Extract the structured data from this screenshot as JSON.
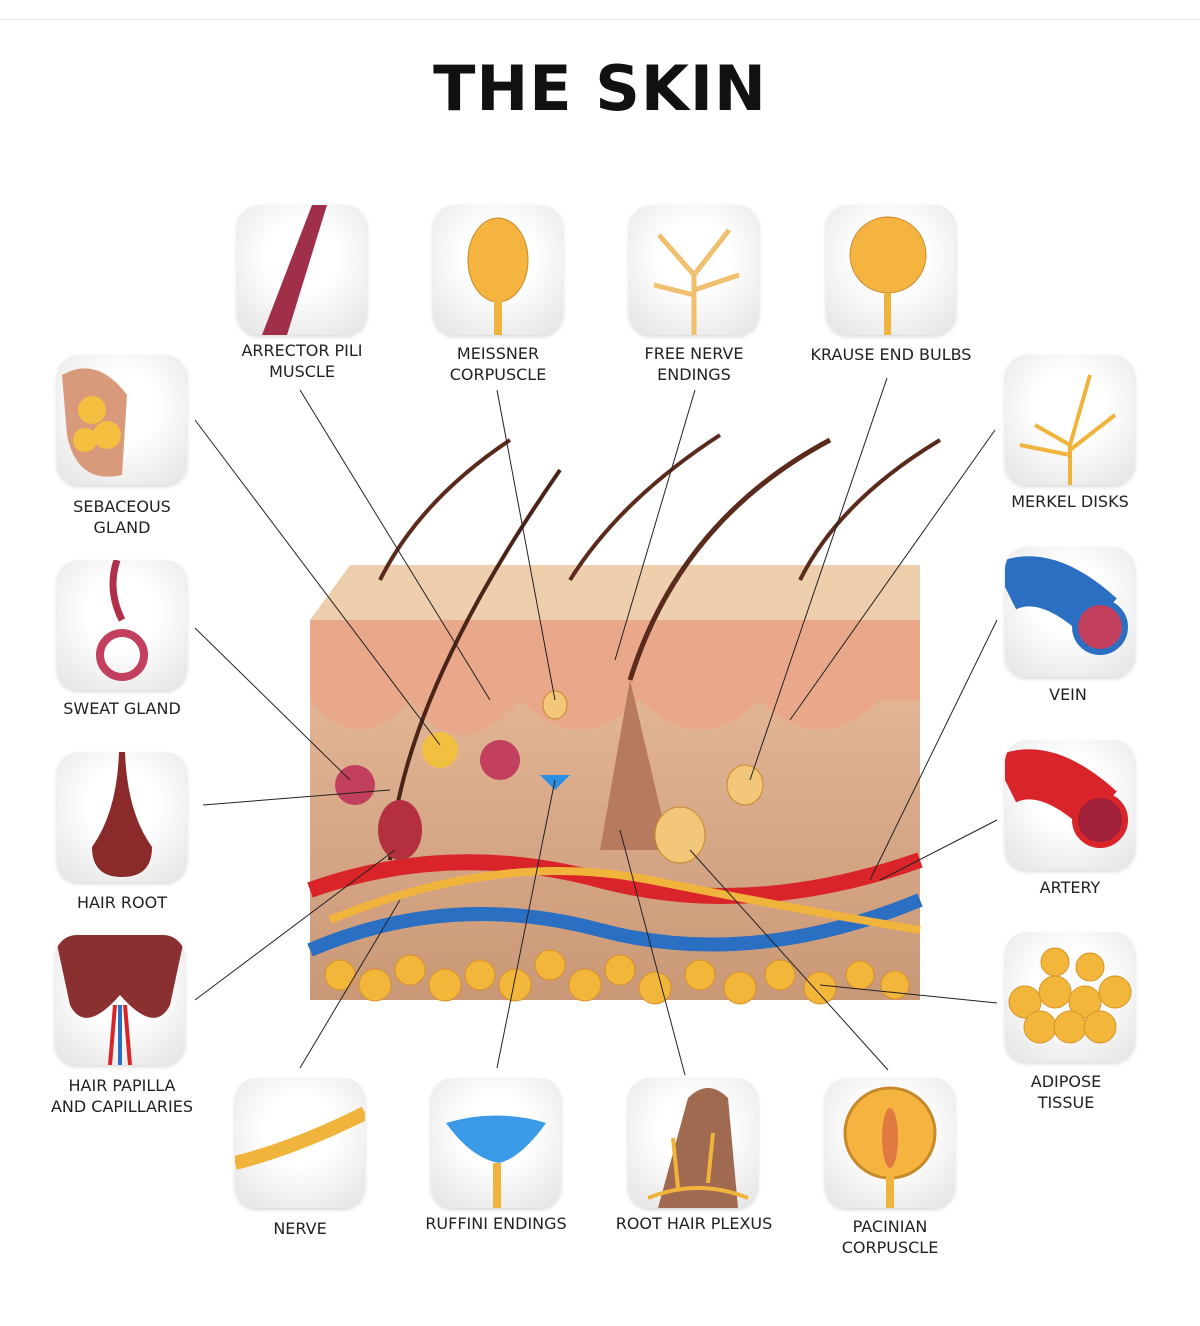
{
  "title": "THE SKIN",
  "parts": {
    "arrector": [
      "ARRECTOR PILI",
      "MUSCLE"
    ],
    "meissner": [
      "MEISSNER",
      "CORPUSCLE"
    ],
    "free_nerve": [
      "FREE NERVE",
      "ENDINGS"
    ],
    "krause": [
      "KRAUSE END BULBS"
    ],
    "sebaceous": [
      "SEBACEOUS",
      "GLAND"
    ],
    "sweat": [
      "SWEAT GLAND"
    ],
    "hair_root": [
      "HAIR ROOT"
    ],
    "papilla": [
      "HAIR PAPILLA",
      "AND CAPILLARIES"
    ],
    "merkel": [
      "MERKEL DISKS"
    ],
    "vein": [
      "VEIN"
    ],
    "artery": [
      "ARTERY"
    ],
    "adipose": [
      "ADIPOSE",
      "TISSUE"
    ],
    "nerve": [
      "NERVE"
    ],
    "ruffini": [
      "RUFFINI ENDINGS"
    ],
    "root_hair_plexus": [
      "ROOT HAIR PLEXUS"
    ],
    "pacinian": [
      "PACINIAN",
      "CORPUSCLE"
    ]
  },
  "colors": {
    "fat": "#f2b63a",
    "artery": "#d9252a",
    "vein": "#2a6fc2",
    "nerve": "#f0b43c",
    "skin": "#e3b797",
    "muscle": "#a0304a"
  }
}
